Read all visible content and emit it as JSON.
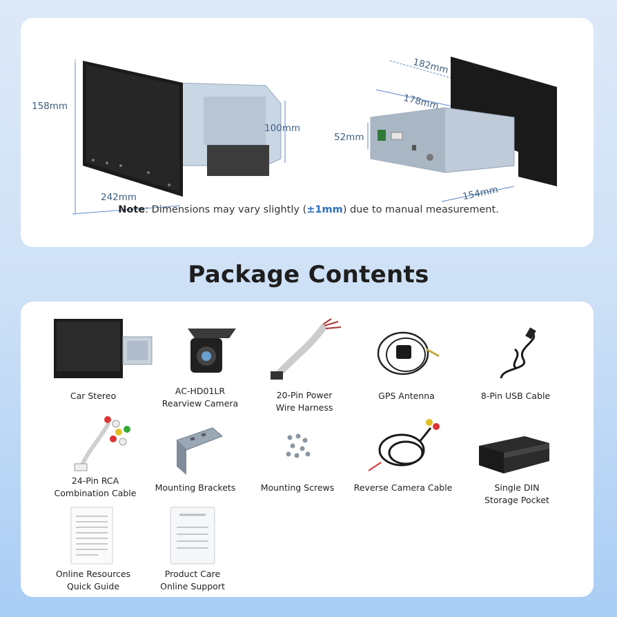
{
  "dimensions": {
    "front_height": "158mm",
    "front_width": "242mm",
    "chassis_height": "100mm",
    "screen_width": "182mm",
    "chassis_width": "178mm",
    "chassis_depth_height": "52mm",
    "depth": "154mm"
  },
  "note": {
    "label": "Note",
    "text_before": ": Dimensions may vary slightly (",
    "tolerance": "±1mm",
    "text_after": ") due to manual measurement."
  },
  "package_title": "Package Contents",
  "items": [
    {
      "lines": [
        "Car Stereo"
      ],
      "icon": "car-stereo-icon"
    },
    {
      "lines": [
        "AC-HD01LR",
        "Rearview Camera"
      ],
      "icon": "rearview-camera-icon"
    },
    {
      "lines": [
        "20-Pin Power",
        "Wire Harness"
      ],
      "icon": "wire-harness-icon"
    },
    {
      "lines": [
        "GPS Antenna"
      ],
      "icon": "gps-antenna-icon"
    },
    {
      "lines": [
        "8-Pin USB Cable"
      ],
      "icon": "usb-cable-icon"
    },
    {
      "lines": [
        "24-Pin RCA",
        "Combination Cable"
      ],
      "icon": "rca-cable-icon"
    },
    {
      "lines": [
        "Mounting Brackets"
      ],
      "icon": "mounting-brackets-icon"
    },
    {
      "lines": [
        "Mounting Screws"
      ],
      "icon": "mounting-screws-icon"
    },
    {
      "lines": [
        "Reverse Camera Cable"
      ],
      "icon": "reverse-camera-cable-icon"
    },
    {
      "lines": [
        "Single DIN",
        "Storage Pocket"
      ],
      "icon": "storage-pocket-icon"
    },
    {
      "lines": [
        "Online Resources",
        "Quick Guide"
      ],
      "icon": "quick-guide-icon"
    },
    {
      "lines": [
        "Product Care",
        "Online Support"
      ],
      "icon": "product-care-card-icon"
    }
  ]
}
